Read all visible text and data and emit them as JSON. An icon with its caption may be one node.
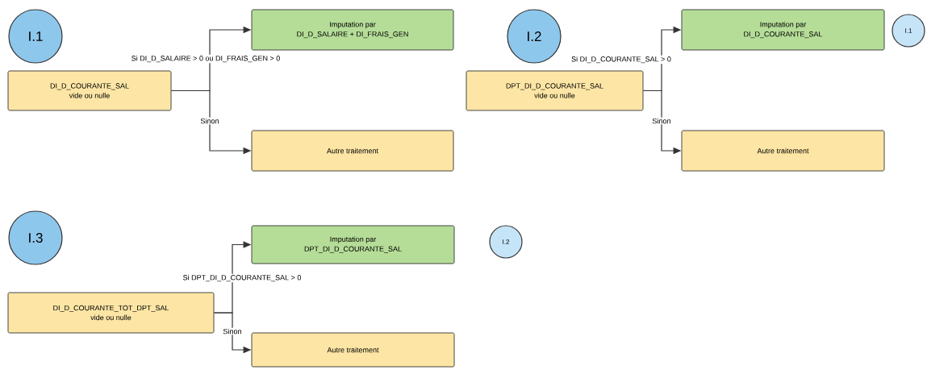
{
  "diagram": {
    "nodes": [
      {
        "text": [
          "I.1"
        ]
      },
      {
        "text": [
          "DI_D_COURANTE_SAL",
          "vide ou nulle"
        ]
      },
      {
        "text": [
          "Imputation par",
          "DI_D_SALAIRE + DI_FRAIS_GEN"
        ]
      },
      {
        "text": [
          "Autre traitement"
        ]
      },
      {
        "text": [
          "I.2"
        ]
      },
      {
        "text": [
          "DPT_DI_D_COURANTE_SAL",
          "vide ou nulle"
        ]
      },
      {
        "text": [
          "Imputation par",
          "DI_D_COURANTE_SAL"
        ]
      },
      {
        "text": [
          "Autre traitement"
        ]
      },
      {
        "text": [
          "I.1"
        ]
      },
      {
        "text": [
          "I.3"
        ]
      },
      {
        "text": [
          "DI_D_COURANTE_TOT_DPT_SAL",
          "vide ou nulle"
        ]
      },
      {
        "text": [
          "Imputation par",
          "DPT_DI_D_COURANTE_SAL"
        ]
      },
      {
        "text": [
          "Autre traitement"
        ]
      },
      {
        "text": [
          "I.2"
        ]
      }
    ],
    "edges": [
      {
        "from": 1,
        "to": 2,
        "arrow": "to",
        "label": "Si DI_D_SALAIRE > 0 ou DI_FRAIS_GEN > 0"
      },
      {
        "from": 1,
        "to": 3,
        "arrow": "to",
        "label": "Sinon"
      },
      {
        "from": 5,
        "to": 6,
        "arrow": "to",
        "label": "Si DI_D_COURANTE_SAL > 0"
      },
      {
        "from": 5,
        "to": 7,
        "arrow": "to",
        "label": "Sinon"
      },
      {
        "from": 10,
        "to": 11,
        "arrow": "to",
        "label": "Si DPT_DI_D_COURANTE_SAL > 0"
      },
      {
        "from": 10,
        "to": 12,
        "arrow": "to",
        "label": "Sinon"
      }
    ]
  }
}
